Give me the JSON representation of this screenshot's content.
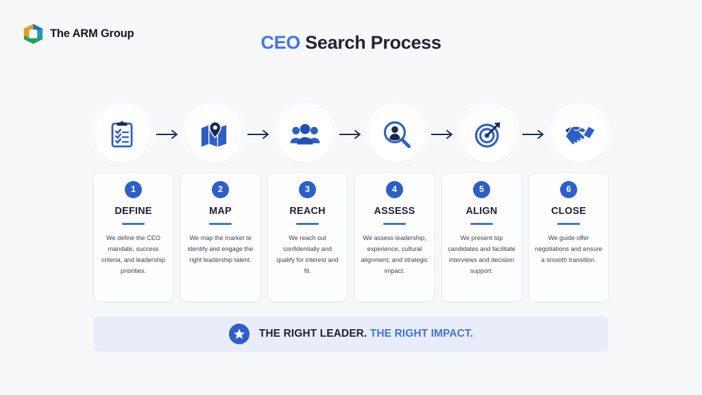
{
  "brand": {
    "logo_icon": "arm-cube-logo-icon",
    "name": "The ARM Group",
    "logo_colors": {
      "green": "#22A05C",
      "orange": "#E89A23",
      "teal": "#1D9BC4",
      "blue": "#1179C4"
    }
  },
  "header": {
    "title_accent": "CEO",
    "title_rest": " Search Process"
  },
  "colors": {
    "page_background": "#F7F8FA",
    "accent_blue": "#4274F0",
    "badge_blue": "#2C5FC9",
    "icon_blue": "#2B5FC8",
    "icon_navy": "#1A2A56",
    "title_navy": "#22252E",
    "banner_background": "#E9EDF9",
    "card_background": "#FEFEFE",
    "rule_blue": "#3F72E0"
  },
  "process": {
    "arrow_icon": "arrow-right-icon",
    "icons": [
      {
        "name": "clipboard-checklist-icon"
      },
      {
        "name": "map-location-pin-icon"
      },
      {
        "name": "people-group-icon"
      },
      {
        "name": "magnifier-person-search-icon"
      },
      {
        "name": "target-arrow-icon"
      },
      {
        "name": "handshake-icon"
      }
    ],
    "steps": [
      {
        "number": "1",
        "title": "DEFINE",
        "description": "We define the CEO mandate, success criteria, and leadership priorities."
      },
      {
        "number": "2",
        "title": "MAP",
        "description": "We map the market to identify and engage the right leadership talent."
      },
      {
        "number": "3",
        "title": "REACH",
        "description": "We reach out confidentially and qualify for interest and fit."
      },
      {
        "number": "4",
        "title": "ASSESS",
        "description": "We assess leadership, experience, cultural alignment, and strategic impact."
      },
      {
        "number": "5",
        "title": "ALIGN",
        "description": "We present top candidates and facilitate interviews and decision support."
      },
      {
        "number": "6",
        "title": "CLOSE",
        "description": "We guide offer negotiations and ensure a smooth transition."
      }
    ]
  },
  "banner": {
    "star_icon": "star-icon",
    "text_primary": "THE RIGHT LEADER.",
    "text_accent": "THE RIGHT IMPACT."
  }
}
